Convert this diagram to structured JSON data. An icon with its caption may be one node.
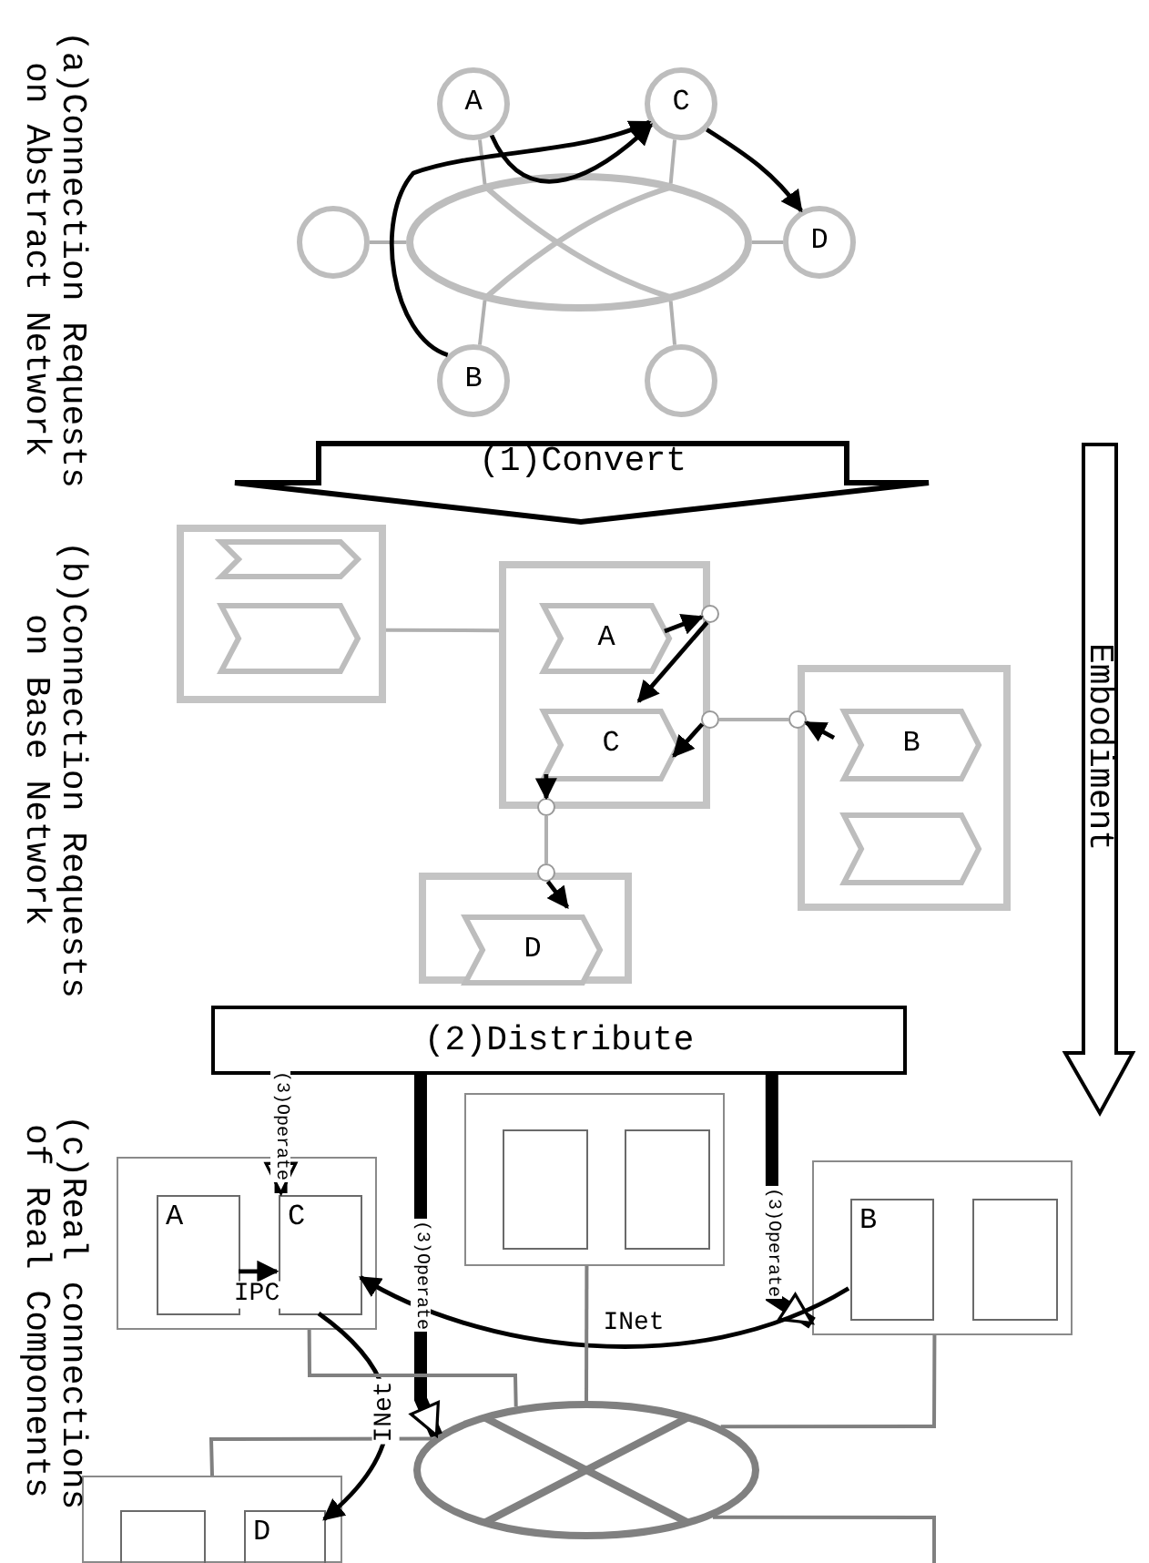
{
  "diagram": {
    "nodes": [
      {
        "text": [
          "A"
        ]
      },
      {
        "text": [
          "C"
        ]
      },
      {
        "text": [],
        "shape": "circle"
      },
      {
        "text": [],
        "shape": "ellipse"
      },
      {
        "text": [
          "D"
        ]
      },
      {
        "text": [
          "B"
        ]
      },
      {
        "text": [],
        "shape": "circle"
      },
      {
        "text": [
          "(1)Convert"
        ]
      },
      {
        "text": [
          "Embodiment"
        ]
      },
      {
        "text": [],
        "shape": "box"
      },
      {
        "text": [],
        "shape": "chevron",
        "in": 9
      },
      {
        "text": [],
        "shape": "chevron",
        "in": 9
      },
      {
        "text": [],
        "shape": "box"
      },
      {
        "text": [
          "A"
        ],
        "in": 12
      },
      {
        "text": [],
        "shape": "circle"
      },
      {
        "text": [
          "C"
        ],
        "in": 12
      },
      {
        "text": [],
        "shape": "box"
      },
      {
        "text": [
          "B"
        ],
        "in": 16
      },
      {
        "text": [],
        "shape": "chevron",
        "in": 16
      },
      {
        "text": [],
        "shape": "circle"
      },
      {
        "text": [],
        "shape": "circle"
      },
      {
        "text": [],
        "shape": "circle"
      },
      {
        "text": [],
        "shape": "box"
      },
      {
        "text": [],
        "shape": "circle"
      },
      {
        "text": [
          "D"
        ],
        "in": 22
      },
      {
        "text": [
          "(2)Distribute"
        ]
      },
      {
        "text": [],
        "shape": "box"
      },
      {
        "text": [
          "A"
        ],
        "in": 26
      },
      {
        "text": [
          "C"
        ],
        "in": 26
      },
      {
        "text": [],
        "shape": "box"
      },
      {
        "text": [],
        "shape": "box",
        "in": 29
      },
      {
        "text": [],
        "shape": "box",
        "in": 29
      },
      {
        "text": [],
        "shape": "box"
      },
      {
        "text": [
          "B"
        ],
        "in": 32
      },
      {
        "text": [],
        "shape": "box",
        "in": 32
      },
      {
        "text": [],
        "shape": "ellipse"
      },
      {
        "text": [],
        "shape": "box"
      },
      {
        "text": [],
        "shape": "box",
        "in": 36
      },
      {
        "text": [
          "D"
        ],
        "in": 36
      }
    ],
    "edges": [
      {
        "from": 0,
        "to": 3,
        "arrow": "none",
        "color": "#b0b0b0"
      },
      {
        "from": 1,
        "to": 3,
        "arrow": "none",
        "color": "#b0b0b0"
      },
      {
        "from": 2,
        "to": 3,
        "arrow": "none",
        "color": "#b0b0b0"
      },
      {
        "from": 3,
        "to": 4,
        "arrow": "none",
        "color": "#b0b0b0"
      },
      {
        "from": 5,
        "to": 3,
        "arrow": "none",
        "color": "#b0b0b0"
      },
      {
        "from": 6,
        "to": 3,
        "arrow": "none",
        "color": "#b0b0b0"
      },
      {
        "from": 0,
        "to": 1,
        "arrow": "to"
      },
      {
        "from": 5,
        "to": 1,
        "arrow": "to"
      },
      {
        "from": 1,
        "to": 4,
        "arrow": "to"
      },
      {
        "from": 9,
        "to": 12,
        "arrow": "none",
        "color": "#b0b0b0"
      },
      {
        "from": 19,
        "to": 20,
        "arrow": "none",
        "color": "#b0b0b0"
      },
      {
        "from": 21,
        "to": 23,
        "arrow": "none",
        "color": "#b0b0b0"
      },
      {
        "from": 13,
        "to": 14,
        "arrow": "to"
      },
      {
        "from": 14,
        "to": 15,
        "arrow": "to"
      },
      {
        "from": 17,
        "to": 20,
        "arrow": "to"
      },
      {
        "from": 19,
        "to": 15,
        "arrow": "to"
      },
      {
        "from": 15,
        "to": 21,
        "arrow": "to"
      },
      {
        "from": 23,
        "to": 24,
        "arrow": "to"
      },
      {
        "from": 25,
        "to": 28,
        "arrow": "to",
        "label": "(3)Operate",
        "style": "thick"
      },
      {
        "from": 25,
        "to": 35,
        "arrow": "to",
        "label": "(3)Operate",
        "style": "thick"
      },
      {
        "from": 25,
        "to": 32,
        "arrow": "to",
        "label": "(3)Operate",
        "style": "thick"
      },
      {
        "from": 27,
        "to": 28,
        "arrow": "to",
        "label": "IPC"
      },
      {
        "from": 33,
        "to": 28,
        "arrow": "to",
        "label": "INet"
      },
      {
        "from": 28,
        "to": 38,
        "arrow": "to",
        "label": "INet"
      },
      {
        "from": 26,
        "to": 35,
        "arrow": "none",
        "color": "#808080"
      },
      {
        "from": 29,
        "to": 35,
        "arrow": "none",
        "color": "#808080"
      },
      {
        "from": 32,
        "to": 35,
        "arrow": "none",
        "color": "#808080"
      },
      {
        "from": 36,
        "to": 35,
        "arrow": "none",
        "color": "#808080"
      },
      {
        "from": 35,
        "to": null,
        "arrow": "none",
        "color": "#808080"
      }
    ],
    "labels": [
      "(a)Connection Requests on Abstract Network",
      "(b)Connection Requests on Base Network",
      "(c)Real connections of Real Components"
    ]
  }
}
